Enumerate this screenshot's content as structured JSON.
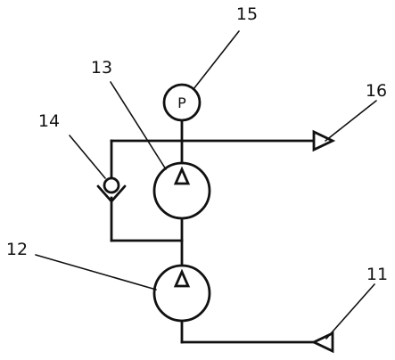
{
  "labels": {
    "c11": "11",
    "c12": "12",
    "c13": "13",
    "c14": "14",
    "c15": "15",
    "c16": "16"
  },
  "gauge_symbol": "P",
  "icons": {
    "gauge": "pressure-gauge-icon",
    "pump": "pump-icon",
    "check_valve": "check-valve-icon",
    "port": "port-triangle-icon"
  },
  "colors": {
    "line": "#111111",
    "background": "#ffffff"
  }
}
